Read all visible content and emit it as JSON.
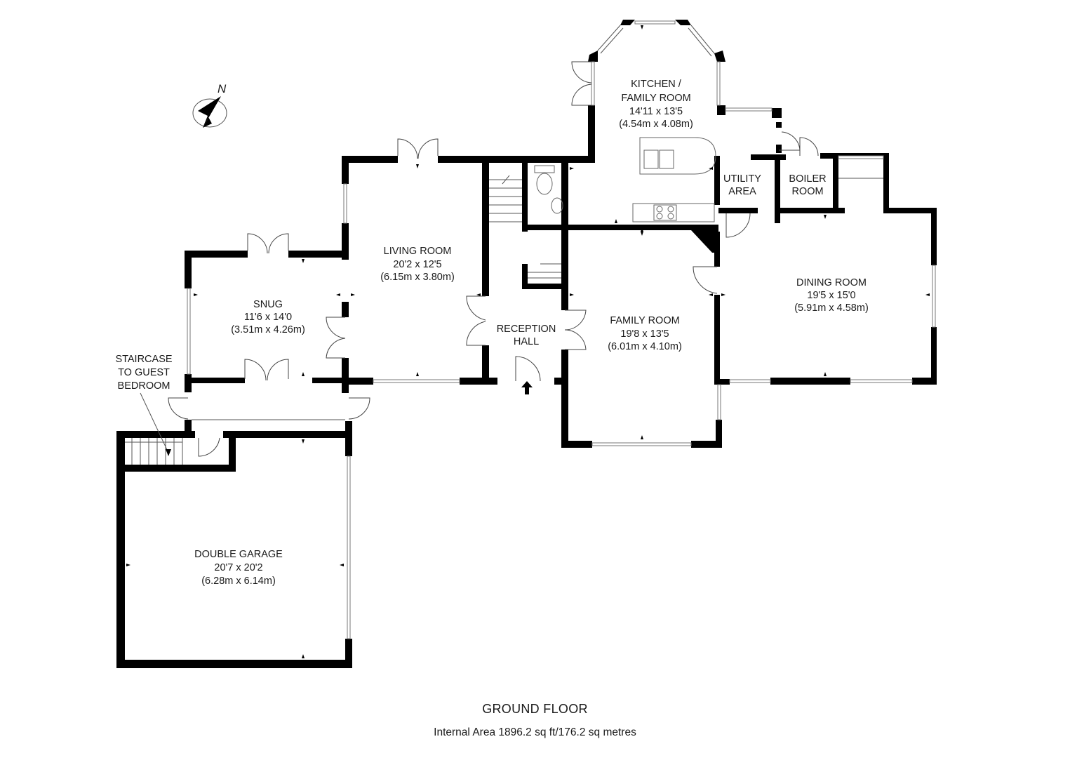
{
  "rooms": {
    "kitchen": {
      "name_1": "KITCHEN /",
      "name_2": "FAMILY ROOM",
      "dims_imperial": "14'11 x 13'5",
      "dims_metric": "(4.54m x 4.08m)"
    },
    "utility": {
      "name_1": "UTILITY",
      "name_2": "AREA"
    },
    "boiler": {
      "name_1": "BOILER",
      "name_2": "ROOM"
    },
    "living": {
      "name": "LIVING ROOM",
      "dims_imperial": "20'2 x 12'5",
      "dims_metric": "(6.15m x 3.80m)"
    },
    "snug": {
      "name": "SNUG",
      "dims_imperial": "11'6 x 14'0",
      "dims_metric": "(3.51m x 4.26m)"
    },
    "reception": {
      "name_1": "RECEPTION",
      "name_2": "HALL"
    },
    "family": {
      "name": "FAMILY ROOM",
      "dims_imperial": "19'8 x 13'5",
      "dims_metric": "(6.01m x 4.10m)"
    },
    "dining": {
      "name": "DINING ROOM",
      "dims_imperial": "19'5 x 15'0",
      "dims_metric": "(5.91m x 4.58m)"
    },
    "staircase": {
      "name_1": "STAIRCASE",
      "name_2": "TO GUEST",
      "name_3": "BEDROOM"
    },
    "garage": {
      "name": "DOUBLE GARAGE",
      "dims_imperial": "20'7 x 20'2",
      "dims_metric": "(6.28m x 6.14m)"
    }
  },
  "compass": {
    "letter": "N"
  },
  "footer": {
    "floor_name": "GROUND FLOOR",
    "internal_area": "Internal Area 1896.2 sq ft/176.2 sq metres"
  },
  "colors": {
    "wall": "#000000",
    "background": "#ffffff",
    "text": "#1a1a1a"
  }
}
